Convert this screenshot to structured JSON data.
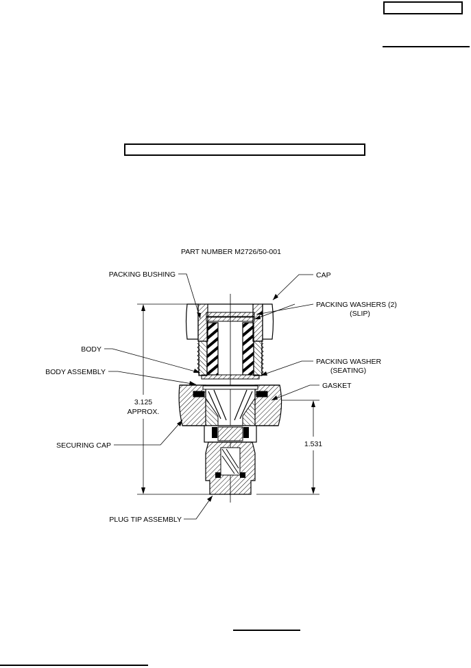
{
  "figure": {
    "title": "PART NUMBER M2726/50-001",
    "labels": {
      "packing_bushing": "PACKING BUSHING",
      "cap": "CAP",
      "packing_washers": "PACKING WASHERS (2)",
      "packing_washers_sub": "(SLIP)",
      "body": "BODY",
      "body_assembly": "BODY ASSEMBLY",
      "packing_washer": "PACKING WASHER",
      "packing_washer_sub": "(SEATING)",
      "gasket": "GASKET",
      "securing_cap": "SECURING CAP",
      "plug_tip_assembly": "PLUG TIP ASSEMBLY"
    },
    "dimensions": {
      "overall_value": "3.125",
      "overall_note": "APPROX.",
      "lower_value": "1.531"
    }
  }
}
